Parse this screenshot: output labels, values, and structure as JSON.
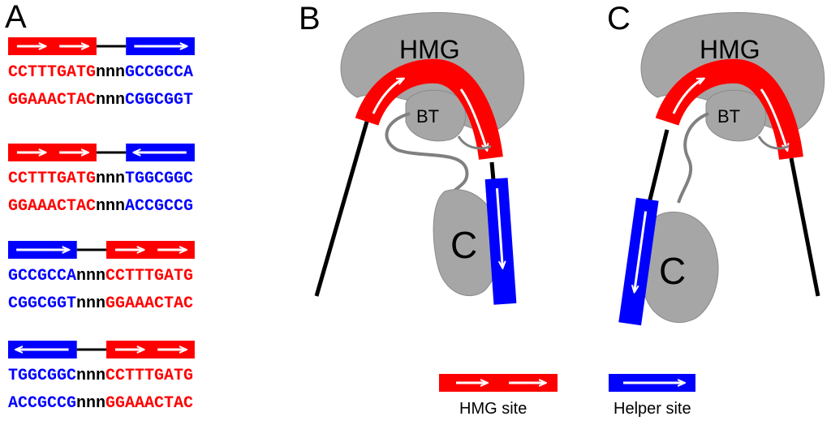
{
  "colors": {
    "hmg_site": "#ff0000",
    "helper_site": "#0000ff",
    "protein": "#a6a6a6",
    "linker": "#000000",
    "spacer": "#000000",
    "arrow": "#ffffff"
  },
  "panel_a": {
    "label": "A",
    "constructs": [
      {
        "top": [
          {
            "text": "CCTTTGATG",
            "site": "hmg"
          },
          {
            "text": "nnn",
            "site": "spacer"
          },
          {
            "text": "GCCGCCA",
            "site": "helper"
          }
        ],
        "bottom": [
          {
            "text": "GGAAACTAC",
            "site": "hmg"
          },
          {
            "text": "nnn",
            "site": "spacer"
          },
          {
            "text": "CGGCGGT",
            "site": "helper"
          }
        ],
        "boxes": [
          {
            "site": "hmg",
            "direction": "right"
          },
          {
            "site": "helper",
            "direction": "right"
          }
        ]
      },
      {
        "top": [
          {
            "text": "CCTTTGATG",
            "site": "hmg"
          },
          {
            "text": "nnn",
            "site": "spacer"
          },
          {
            "text": "TGGCGGC",
            "site": "helper"
          }
        ],
        "bottom": [
          {
            "text": "GGAAACTAC",
            "site": "hmg"
          },
          {
            "text": "nnn",
            "site": "spacer"
          },
          {
            "text": "ACCGCCG",
            "site": "helper"
          }
        ],
        "boxes": [
          {
            "site": "hmg",
            "direction": "right"
          },
          {
            "site": "helper",
            "direction": "left"
          }
        ]
      },
      {
        "top": [
          {
            "text": "GCCGCCA",
            "site": "helper"
          },
          {
            "text": "nnn",
            "site": "spacer"
          },
          {
            "text": "CCTTTGATG",
            "site": "hmg"
          }
        ],
        "bottom": [
          {
            "text": "CGGCGGT",
            "site": "helper"
          },
          {
            "text": "nnn",
            "site": "spacer"
          },
          {
            "text": "GGAAACTAC",
            "site": "hmg"
          }
        ],
        "boxes": [
          {
            "site": "helper",
            "direction": "right"
          },
          {
            "site": "hmg",
            "direction": "right"
          }
        ]
      },
      {
        "top": [
          {
            "text": "TGGCGGC",
            "site": "helper"
          },
          {
            "text": "nnn",
            "site": "spacer"
          },
          {
            "text": "CCTTTGATG",
            "site": "hmg"
          }
        ],
        "bottom": [
          {
            "text": "ACCGCCG",
            "site": "helper"
          },
          {
            "text": "nnn",
            "site": "spacer"
          },
          {
            "text": "GGAAACTAC",
            "site": "hmg"
          }
        ],
        "boxes": [
          {
            "site": "helper",
            "direction": "left"
          },
          {
            "site": "hmg",
            "direction": "right"
          }
        ]
      }
    ]
  },
  "panel_b": {
    "label": "B",
    "domains": {
      "hmg": "HMG",
      "bt": "BT",
      "c": "C"
    }
  },
  "panel_c": {
    "label": "C",
    "domains": {
      "hmg": "HMG",
      "bt": "BT",
      "c": "C"
    }
  },
  "legend": {
    "hmg_label": "HMG site",
    "helper_label": "Helper site"
  }
}
